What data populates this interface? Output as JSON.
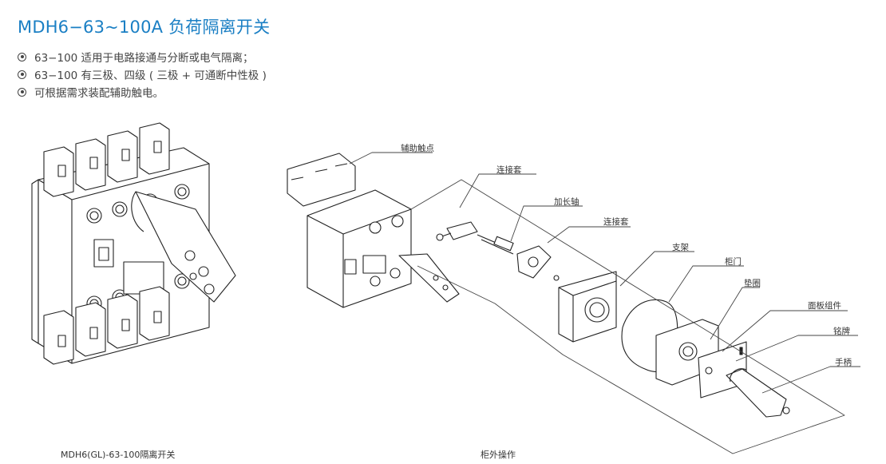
{
  "title": "MDH6−63~100A 负荷隔离开关",
  "features": [
    "63−100 适用于电路接通与分断或电气隔离；",
    "63−100 有三极、四级 ( 三极 + 可通断中性极 )",
    "可根据需求装配辅助触电。"
  ],
  "captions": {
    "left": "MDH6(GL)-63-100隔离开关",
    "right": "柜外操作"
  },
  "parts": {
    "aux_contact": "辅助触点",
    "coupling_sleeve_1": "连接套",
    "extension_shaft": "加长轴",
    "coupling_sleeve_2": "连接套",
    "bracket": "支架",
    "cabinet_door": "柜门",
    "washer": "垫圈",
    "panel_assembly": "面板组件",
    "nameplate": "铭牌",
    "handle": "手柄"
  },
  "colors": {
    "title": "#1a7fc4",
    "text": "#333333",
    "line": "#222222"
  }
}
